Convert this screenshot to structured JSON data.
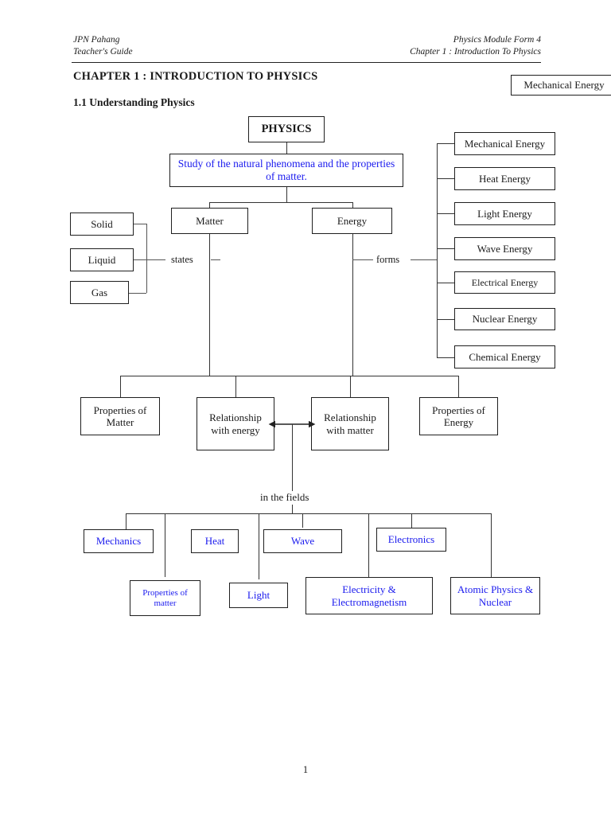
{
  "header": {
    "left_line1": "JPN Pahang",
    "left_line2": "Teacher's Guide",
    "right_line1": "Physics Module Form 4",
    "right_line2": "Chapter 1 : Introduction To Physics"
  },
  "headings": {
    "chapter": "CHAPTER 1 :  INTRODUCTION TO PHYSICS",
    "section": "1.1 Understanding Physics"
  },
  "stray_box": {
    "label": "Mechanical Energy"
  },
  "diagram": {
    "root": "PHYSICS",
    "definition": "Study of  the natural phenomena and the properties of matter.",
    "branches": {
      "matter": "Matter",
      "energy": "Energy"
    },
    "labels": {
      "states": "states",
      "forms": "forms",
      "in_the_fields": "in the fields"
    },
    "states": [
      "Solid",
      "Liquid",
      "Gas"
    ],
    "energy_forms": [
      "Mechanical Energy",
      "Heat Energy",
      "Light Energy",
      "Wave Energy",
      "Electrical Energy",
      "Nuclear Energy",
      "Chemical Energy"
    ],
    "mid_row": [
      "Properties of Matter",
      "Relationship with energy",
      "Relationship with matter",
      "Properties of Energy"
    ],
    "fields_upper": [
      "Mechanics",
      "Heat",
      "Wave",
      "Electronics"
    ],
    "fields_lower": [
      "Properties of matter",
      "Light",
      "Electricity & Electromagnetism",
      "Atomic Physics & Nuclear"
    ]
  },
  "footer": {
    "page_number": "1"
  },
  "colors": {
    "blue_text": "#1a1aee",
    "ink": "#1a1a1a",
    "line": "#333333"
  }
}
